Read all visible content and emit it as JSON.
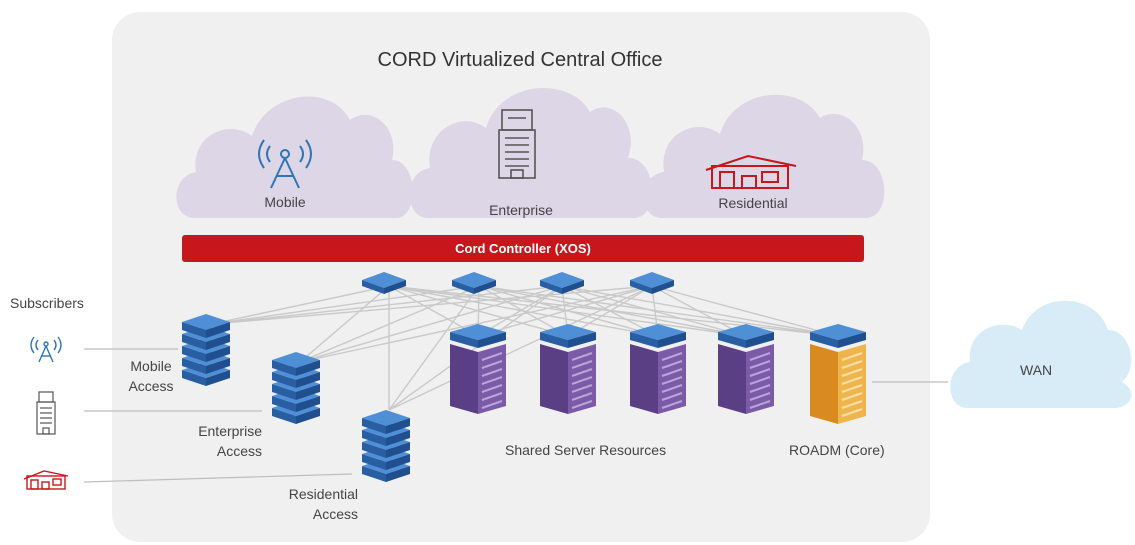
{
  "title": "CORD Virtualized Central Office",
  "clouds": {
    "mobile": "Mobile",
    "enterprise": "Enterprise",
    "residential": "Residential"
  },
  "controller": "Cord Controller (XOS)",
  "subscribers": "Subscribers",
  "access": {
    "mobile": [
      "Mobile",
      "Access"
    ],
    "enterprise": [
      "Enterprise",
      "Access"
    ],
    "residential": [
      "Residential",
      "Access"
    ]
  },
  "shared_servers": "Shared Server Resources",
  "roadm": "ROADM (Core)",
  "wan": "WAN",
  "colors": {
    "panel": "#f1f0f0",
    "cloud": "#dcd6e6",
    "controller": "#c8161d",
    "switch": "#2f6db8",
    "server": "#6a4c93",
    "roadm": "#e6a23c",
    "wan_cloud": "#d7ecf6",
    "mobile_icon": "#2f75b5",
    "enterprise_icon": "#555555",
    "residential_icon": "#c8161d"
  },
  "icons": [
    "cell-tower-icon",
    "office-building-icon",
    "house-icon"
  ]
}
